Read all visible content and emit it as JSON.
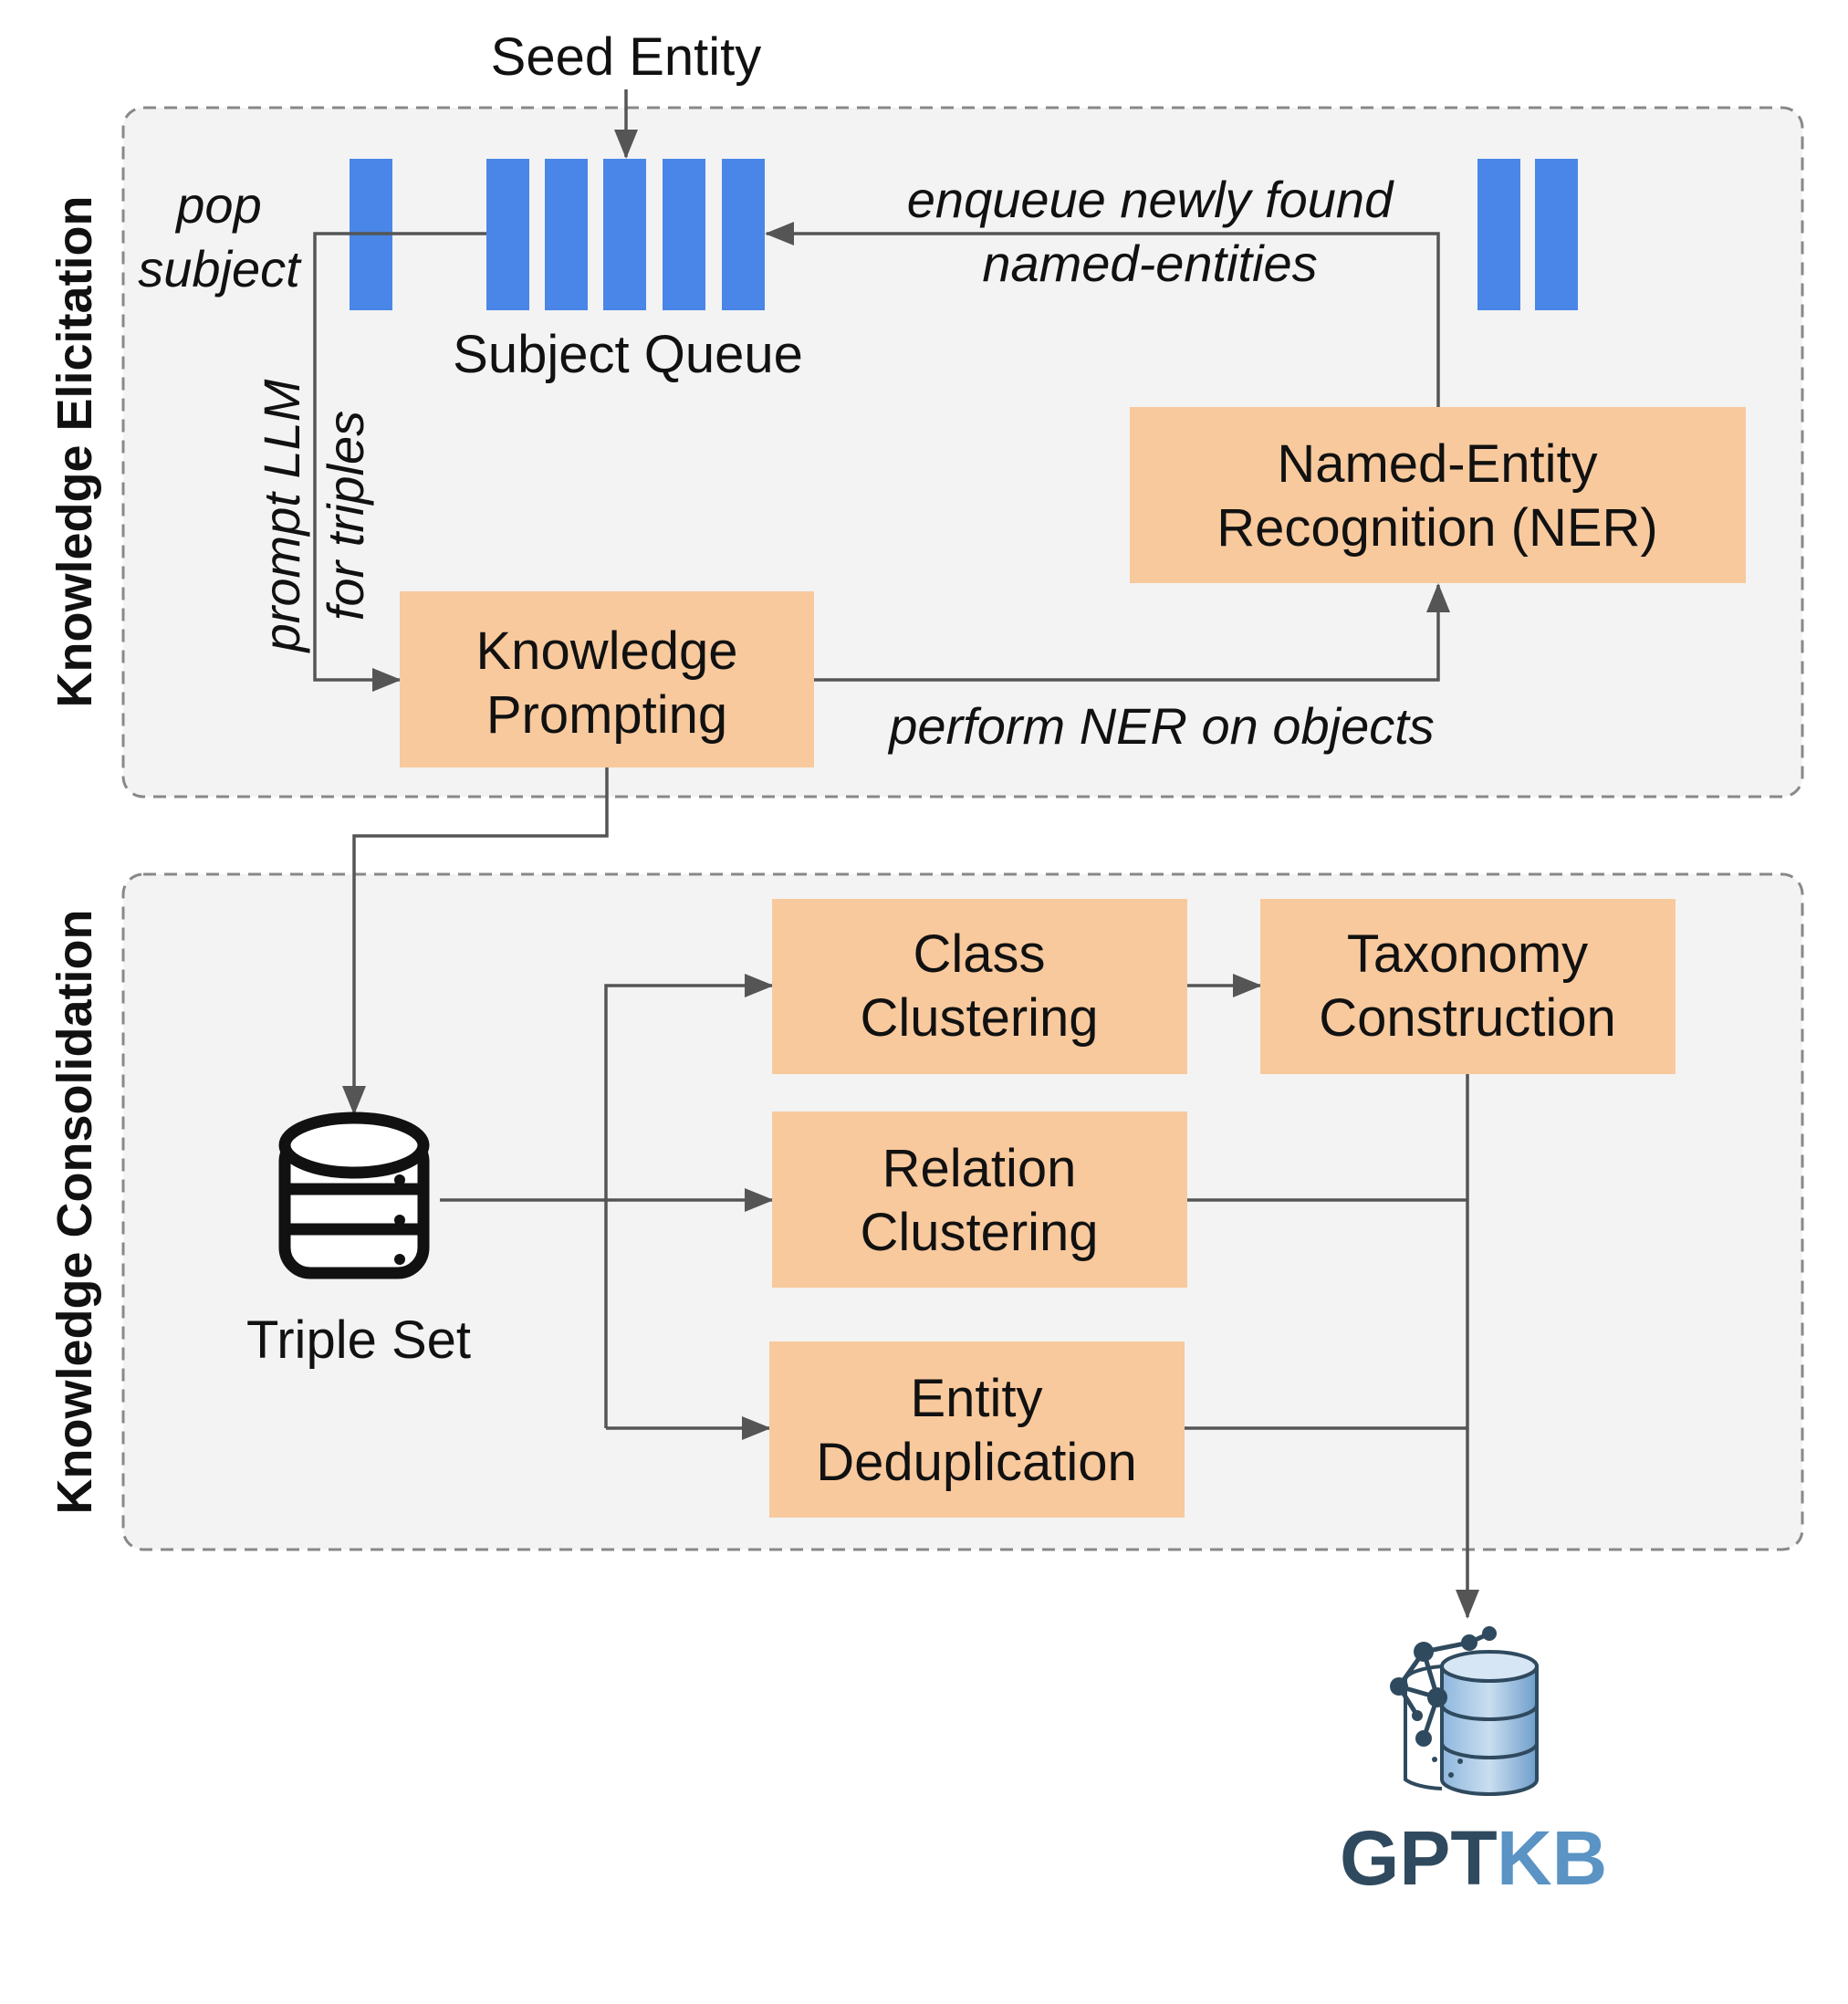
{
  "sections": {
    "elicitation": {
      "title": "Knowledge Elicitation"
    },
    "consolidation": {
      "title": "Knowledge Consolidation"
    }
  },
  "labels": {
    "seed_entity": "Seed Entity",
    "subject_queue": "Subject Queue",
    "pop_subject": [
      "pop",
      "subject"
    ],
    "prompt_llm": [
      "prompt LLM",
      "for triples"
    ],
    "enqueue": [
      "enqueue newly found",
      "named-entities"
    ],
    "perform_ner": "perform NER on objects",
    "triple_set": "Triple Set"
  },
  "boxes": {
    "knowledge_prompting": [
      "Knowledge",
      "Prompting"
    ],
    "ner": [
      "Named-Entity",
      "Recognition (NER)"
    ],
    "class_clustering": [
      "Class",
      "Clustering"
    ],
    "taxonomy_construction": [
      "Taxonomy",
      "Construction"
    ],
    "relation_clustering": [
      "Relation",
      "Clustering"
    ],
    "entity_deduplication": [
      "Entity",
      "Deduplication"
    ]
  },
  "logo": {
    "part1": "GPT",
    "part2": "KB"
  },
  "colors": {
    "box_fill": "#F8C99D",
    "queue_fill": "#4A86E8",
    "panel_fill": "#F3F3F3",
    "panel_border": "#888888",
    "arrow": "#555555",
    "logo_dark": "#2F4A5E",
    "logo_light": "#5A93C4"
  }
}
